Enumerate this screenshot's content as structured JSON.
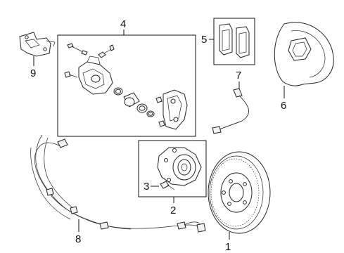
{
  "diagram": {
    "callouts": {
      "rotor": "1",
      "hub": "2",
      "hub_bolt": "3",
      "caliper": "4",
      "pads": "5",
      "splash_shield": "6",
      "hose": "7",
      "sensor_harness": "8",
      "bracket": "9"
    }
  }
}
